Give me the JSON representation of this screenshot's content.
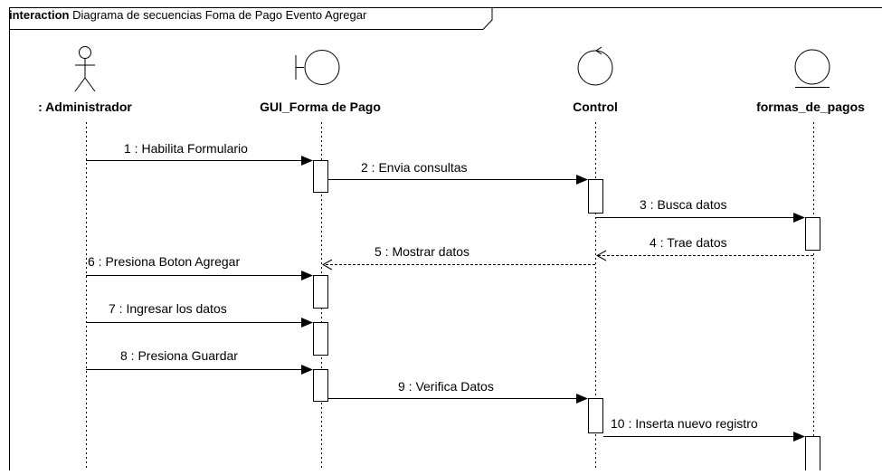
{
  "frame": {
    "keyword": "interaction",
    "title": "Diagrama de secuencias Foma de Pago Evento Agregar"
  },
  "participants": [
    {
      "name": ": Administrador",
      "kind": "actor"
    },
    {
      "name": "GUI_Forma de Pago",
      "kind": "boundary"
    },
    {
      "name": "Control",
      "kind": "control"
    },
    {
      "name": "formas_de_pagos",
      "kind": "entity"
    }
  ],
  "messages": [
    {
      "label": "1 : Habilita Formulario",
      "from": 0,
      "to": 1,
      "style": "sync"
    },
    {
      "label": "2 : Envia consultas",
      "from": 1,
      "to": 2,
      "style": "sync"
    },
    {
      "label": "3 : Busca datos",
      "from": 2,
      "to": 3,
      "style": "sync"
    },
    {
      "label": "4 : Trae datos",
      "from": 3,
      "to": 2,
      "style": "reply"
    },
    {
      "label": "5 : Mostrar datos",
      "from": 2,
      "to": 1,
      "style": "reply"
    },
    {
      "label": "6 : Presiona Boton Agregar",
      "from": 0,
      "to": 1,
      "style": "sync"
    },
    {
      "label": "7 : Ingresar los datos",
      "from": 0,
      "to": 1,
      "style": "sync"
    },
    {
      "label": "8 : Presiona Guardar",
      "from": 0,
      "to": 1,
      "style": "sync"
    },
    {
      "label": "9 : Verifica Datos",
      "from": 1,
      "to": 2,
      "style": "sync"
    },
    {
      "label": "10 : Inserta nuevo registro",
      "from": 2,
      "to": 3,
      "style": "sync"
    }
  ]
}
